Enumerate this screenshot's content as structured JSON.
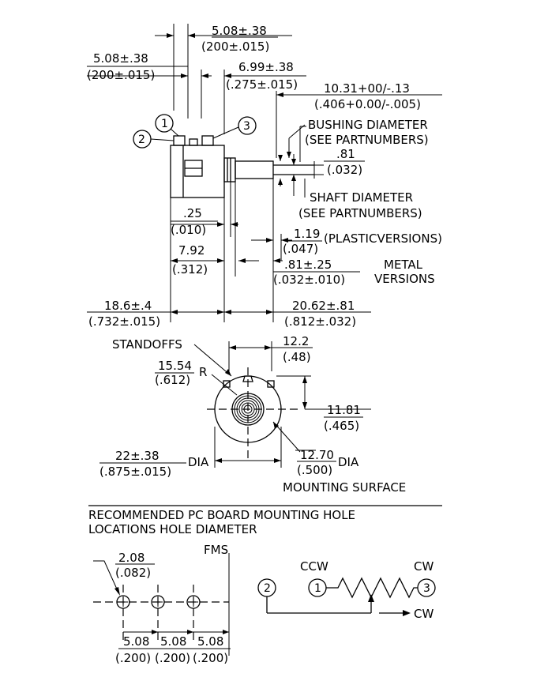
{
  "top_view": {
    "d_508_top": "5.08±.38",
    "d_200_top": "(200±.015)",
    "d_508_left": "5.08±.38",
    "d_200_left": "(200±.015)",
    "d_699": "6.99±.38",
    "d_275": "(.275±.015)",
    "d_1031": "10.31+00/-.13",
    "d_406": "(.406+0.00/-.005)",
    "bushing_1": "BUSHING DIAMETER",
    "bushing_2": "(SEE PARTNUMBERS)",
    "d_81": ".81",
    "d_032": "(.032)",
    "shaft_1": "SHAFT DIAMETER",
    "shaft_2": "(SEE PARTNUMBERS)",
    "d_25": ".25",
    "d_010": "(.010)",
    "d_119": "1.19",
    "plastic": "(PLASTICVERSIONS)",
    "d_047": "(.047)",
    "d_792": "7.92",
    "d_312": "(.312)",
    "d_81_25": ".81±.25",
    "d_032_010": "(.032±.010)",
    "metal_1": "METAL",
    "metal_2": "VERSIONS",
    "d_186": "18.6±.4",
    "d_732": "(.732±.015)",
    "d_2062": "20.62±.81",
    "d_812": "(.812±.032)",
    "pin1": "1",
    "pin2": "2",
    "pin3": "3"
  },
  "front_view": {
    "standoffs": "STANDOFFS",
    "d_122": "12.2",
    "d_48": "(.48)",
    "d_1554": "15.54",
    "d_612": "(.612)",
    "r": "R",
    "d_1181": "11.81",
    "d_465": "(.465)",
    "d_22": "22±.38",
    "d_875": "(.875±.015)",
    "dia_left": "DIA",
    "d_1270": "12.70",
    "d_500": "(.500)",
    "dia_right": "DIA",
    "mounting": "MOUNTING SURFACE"
  },
  "pcb": {
    "heading_1": "RECOMMENDED PC BOARD MOUNTING HOLE",
    "heading_2": "LOCATIONS HOLE DIAMETER",
    "d_208": "2.08",
    "d_082": "(.082)",
    "fms": "FMS",
    "spacing": [
      "5.08",
      "5.08",
      "5.08"
    ],
    "spacing_in": [
      "(.200)",
      "(.200)",
      "(.200)"
    ]
  },
  "schematic": {
    "ccw": "CCW",
    "cw_top": "CW",
    "cw_arrow": "CW",
    "pin1": "1",
    "pin2": "2",
    "pin3": "3"
  }
}
